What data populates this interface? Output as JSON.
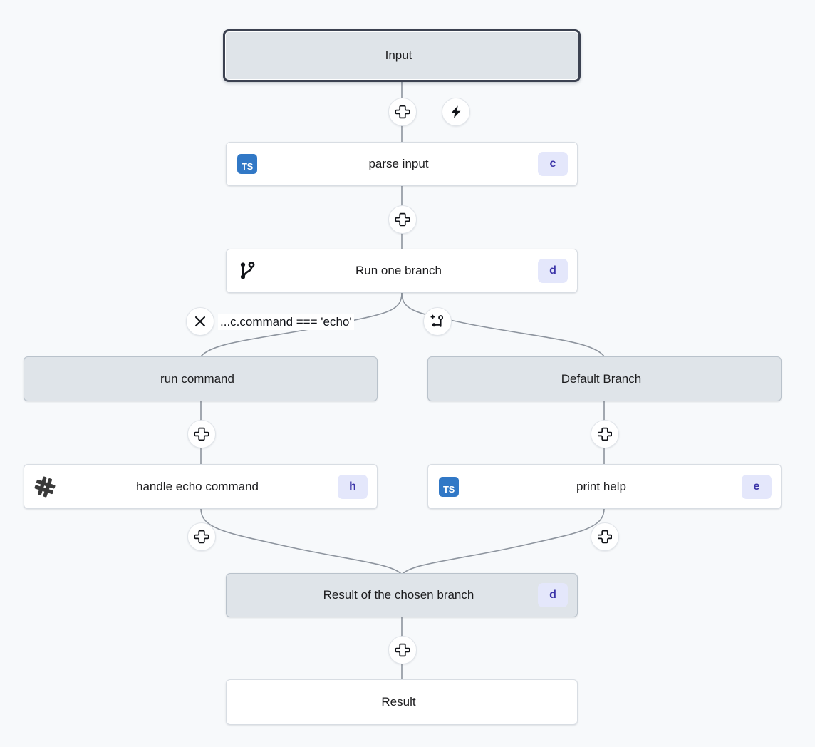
{
  "canvas": {
    "background": "#f7f9fb",
    "node_fill_io": "#dfe4e9",
    "node_fill_step": "#ffffff",
    "badge_bg": "#e4e7fb",
    "badge_fg": "#3b34a8",
    "ts_icon_bg": "#3178c6",
    "edge_stroke": "#8d949e",
    "selected_border": "#3c4251"
  },
  "nodes": {
    "input": {
      "label": "Input",
      "type": "io",
      "selected": true
    },
    "parse_input": {
      "label": "parse input",
      "type": "step",
      "icon": "typescript-icon",
      "icon_text": "TS",
      "badge": "c"
    },
    "run_one_branch": {
      "label": "Run one branch",
      "type": "step",
      "icon": "git-branch-icon",
      "badge": "d"
    },
    "run_command": {
      "label": "run command",
      "type": "branch"
    },
    "default_branch": {
      "label": "Default Branch",
      "type": "branch"
    },
    "handle_echo": {
      "label": "handle echo command",
      "type": "step",
      "icon": "script-hash-icon",
      "badge": "h"
    },
    "print_help": {
      "label": "print help",
      "type": "step",
      "icon": "typescript-icon",
      "icon_text": "TS",
      "badge": "e"
    },
    "branch_result": {
      "label": "Result of the chosen branch",
      "type": "io",
      "badge": "d"
    },
    "result": {
      "label": "Result",
      "type": "step"
    }
  },
  "edges": {
    "branch_condition_label": "...c.command === 'echo'"
  },
  "handles": {
    "add_step_1": {
      "icon": "plus-icon",
      "tooltip": "Add step"
    },
    "trigger": {
      "icon": "lightning-bolt-icon",
      "tooltip": "Trigger"
    },
    "add_step_2": {
      "icon": "plus-icon",
      "tooltip": "Add step"
    },
    "remove_branch": {
      "icon": "close-x-icon",
      "tooltip": "Remove branch"
    },
    "add_branch": {
      "icon": "add-branch-icon",
      "tooltip": "Add branch"
    },
    "add_step_left_1": {
      "icon": "plus-icon",
      "tooltip": "Add step"
    },
    "add_step_right_1": {
      "icon": "plus-icon",
      "tooltip": "Add step"
    },
    "add_step_left_2": {
      "icon": "plus-icon",
      "tooltip": "Add step"
    },
    "add_step_right_2": {
      "icon": "plus-icon",
      "tooltip": "Add step"
    },
    "add_step_3": {
      "icon": "plus-icon",
      "tooltip": "Add step"
    }
  }
}
